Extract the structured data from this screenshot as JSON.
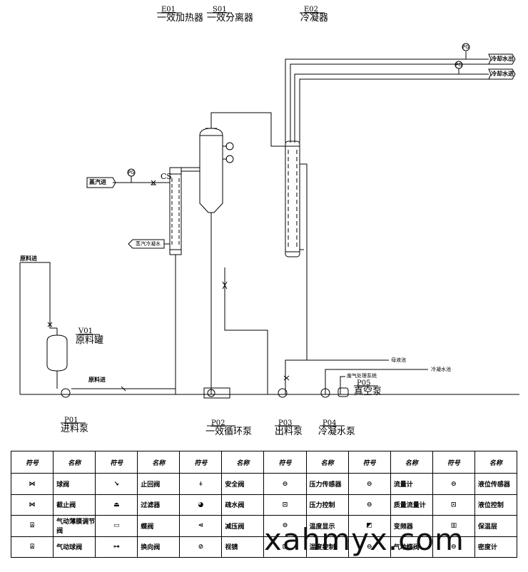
{
  "equipment": {
    "e01": {
      "code": "E01",
      "name": "一效加热器"
    },
    "s01": {
      "code": "S01",
      "name": "一效分离器"
    },
    "e02": {
      "code": "E02",
      "name": "冷凝器"
    },
    "v01": {
      "code": "V01",
      "name": "原料罐"
    },
    "p01": {
      "code": "P01",
      "name": "进料泵"
    },
    "p02": {
      "code": "P02",
      "name": "一效循环泵"
    },
    "p03": {
      "code": "P03",
      "name": "出料泵"
    },
    "p04": {
      "code": "P04",
      "name": "冷凝水泵"
    },
    "p05": {
      "code": "P05",
      "name": "真空泵"
    }
  },
  "streams": {
    "cooling_water_out": "冷却水出",
    "cooling_water_in": "冷却水进",
    "steam_in": "蒸汽进",
    "steam_condensate": "蒸汽冷凝水",
    "feed_in_top": "原料进",
    "feed_in_bottom": "原料进",
    "mother_liquor_pool": "母液池",
    "condensate_pool": "冷凝水池",
    "exhaust_treatment": "废气处理系统"
  },
  "instruments": {
    "pi": "PG",
    "cs": "CS"
  },
  "legend": {
    "header_symbol": "符号",
    "header_name": "名称",
    "rows": [
      [
        [
          "⋈",
          "球阀"
        ],
        [
          "↘",
          "止回阀"
        ],
        [
          "⍭",
          "安全阀"
        ],
        [
          "⊖",
          "压力传感器"
        ],
        [
          "⊖",
          "流量计"
        ],
        [
          "⊖",
          "液位传感器"
        ]
      ],
      [
        [
          "⋈",
          "截止阀"
        ],
        [
          "⏏",
          "过滤器"
        ],
        [
          "◕",
          "疏水阀"
        ],
        [
          "⊡",
          "压力控制"
        ],
        [
          "⊖",
          "质量流量计"
        ],
        [
          "⊡",
          "液位控制"
        ]
      ],
      [
        [
          "⍓",
          "气动薄膜调节阀"
        ],
        [
          "▭",
          "蝶阀"
        ],
        [
          "⋖",
          "减压阀"
        ],
        [
          "⊖",
          "温度显示"
        ],
        [
          "◩",
          "变频器"
        ],
        [
          "▥",
          "保温层"
        ]
      ],
      [
        [
          "⍓",
          "气动球阀"
        ],
        [
          "⊶",
          "换向阀"
        ],
        [
          "⊘",
          "视镜"
        ],
        [
          "⊡",
          "温度控制"
        ],
        [
          "⊖",
          "气动蝶阀"
        ],
        [
          "⊖",
          "密度计"
        ]
      ]
    ]
  },
  "watermark": "xahmyx.com"
}
